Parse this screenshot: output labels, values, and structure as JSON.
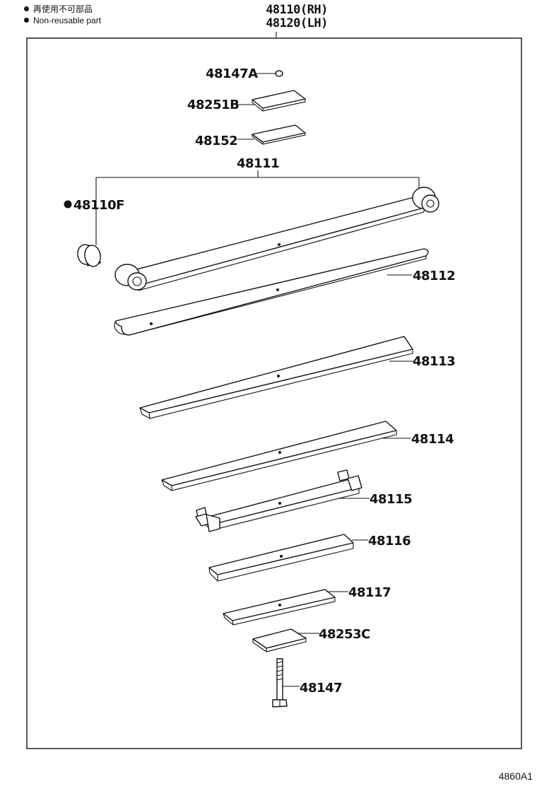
{
  "legend": {
    "jp_note": "再使用不可部品",
    "en_note": "Non-reusable part"
  },
  "assembly": {
    "rh": "48110(RH)",
    "lh": "48120(LH)"
  },
  "parts": {
    "p48147a": "48147A",
    "p48251b": "48251B",
    "p48152": "48152",
    "p48111": "48111",
    "p48110f": "48110F",
    "p48112": "48112",
    "p48113": "48113",
    "p48114": "48114",
    "p48115": "48115",
    "p48116": "48116",
    "p48117": "48117",
    "p48253c": "48253C",
    "p48147": "48147"
  },
  "diagram_code": "4860A1"
}
